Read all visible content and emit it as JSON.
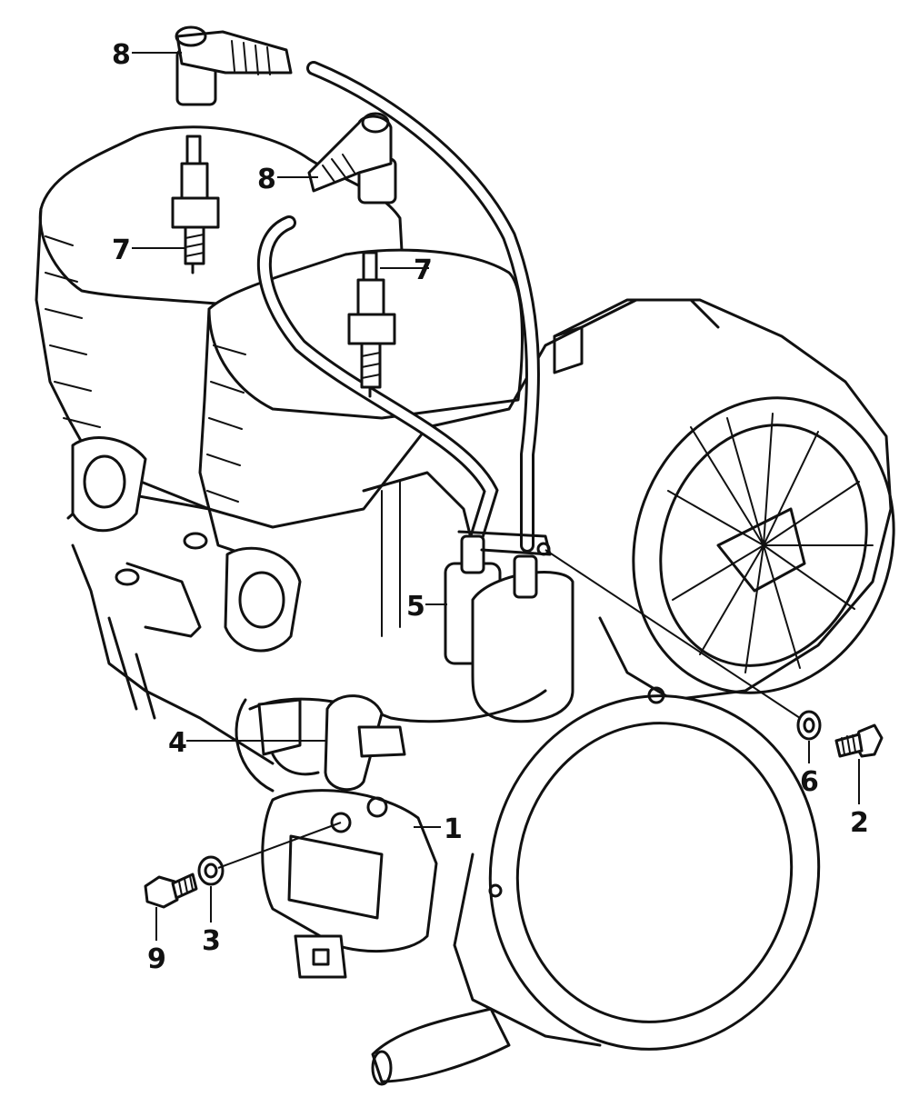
{
  "callouts": {
    "c1": "1",
    "c2": "2",
    "c3": "3",
    "c4": "4",
    "c5": "5",
    "c6": "6",
    "c7a": "7",
    "c7b": "7",
    "c8a": "8",
    "c8b": "8",
    "c9": "9"
  },
  "colors": {
    "ink": "#111111",
    "paper": "#ffffff"
  }
}
